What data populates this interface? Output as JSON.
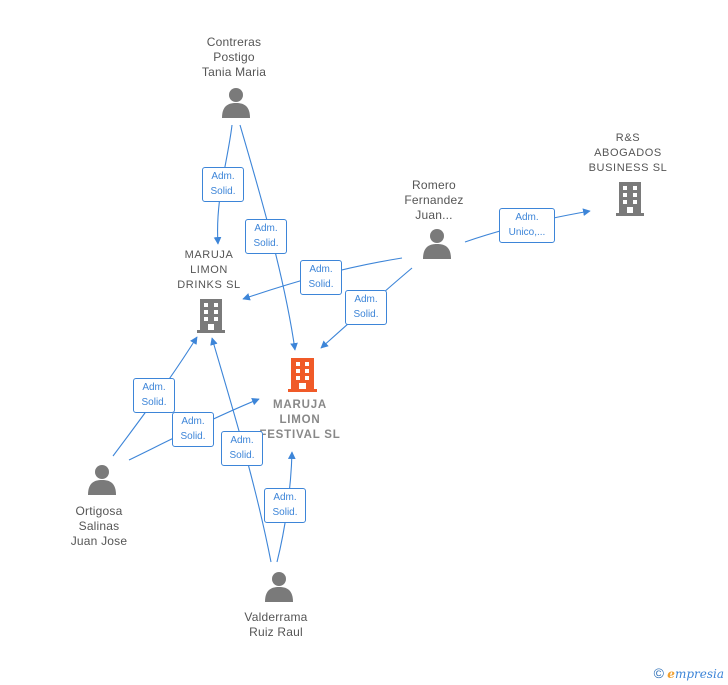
{
  "nodes": {
    "contreras": {
      "label": "Contreras\nPostigo\nTania Maria",
      "icon": "person-icon"
    },
    "romero": {
      "label": "Romero\nFernandez\nJuan...",
      "icon": "person-icon"
    },
    "ortigosa": {
      "label": "Ortigosa\nSalinas\nJuan Jose",
      "icon": "person-icon"
    },
    "valderrama": {
      "label": "Valderrama\nRuiz Raul",
      "icon": "person-icon"
    },
    "drinks": {
      "label": "MARUJA\nLIMON\nDRINKS  SL",
      "icon": "building-icon"
    },
    "festival": {
      "label": "MARUJA\nLIMON\nFESTIVAL  SL",
      "icon": "building-icon"
    },
    "rs": {
      "label": "R&S\nABOGADOS\nBUSINESS  SL",
      "icon": "building-icon"
    }
  },
  "edges": [
    {
      "id": "contreras-drinks",
      "label": "Adm.\nSolid."
    },
    {
      "id": "contreras-festival",
      "label": "Adm.\nSolid."
    },
    {
      "id": "romero-drinks",
      "label": "Adm.\nSolid."
    },
    {
      "id": "romero-festival",
      "label": "Adm.\nSolid."
    },
    {
      "id": "romero-rs",
      "label": "Adm.\nUnico,..."
    },
    {
      "id": "ortigosa-drinks",
      "label": "Adm.\nSolid."
    },
    {
      "id": "ortigosa-festival",
      "label": "Adm.\nSolid."
    },
    {
      "id": "valderrama-drinks",
      "label": "Adm.\nSolid."
    },
    {
      "id": "valderrama-festival",
      "label": "Adm.\nSolid."
    }
  ],
  "colors": {
    "edge": "#3d85d8",
    "person": "#7a7a7a",
    "company": "#7a7a7a",
    "highlight": "#f05a28"
  },
  "footer": {
    "copyright": "©",
    "brand": "mpresia",
    "brand_initial": "e"
  }
}
